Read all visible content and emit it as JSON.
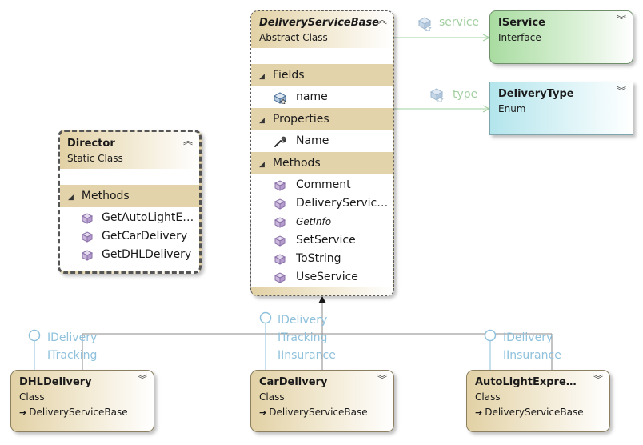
{
  "delivery_service_base": {
    "title": "DeliveryServiceBase",
    "kind": "Abstract Class",
    "fields_label": "Fields",
    "fields": [
      "name"
    ],
    "properties_label": "Properties",
    "properties": [
      "Name"
    ],
    "methods_label": "Methods",
    "methods": [
      "Comment",
      "DeliveryService…",
      "GetInfo",
      "SetService",
      "ToString",
      "UseService"
    ]
  },
  "iservice": {
    "title": "IService",
    "kind": "Interface"
  },
  "delivery_type": {
    "title": "DeliveryType",
    "kind": "Enum"
  },
  "relations": {
    "service_label": "service",
    "type_label": "type"
  },
  "director": {
    "title": "Director",
    "kind": "Static Class",
    "methods_label": "Methods",
    "methods": [
      "GetAutoLightEx…",
      "GetCarDelivery",
      "GetDHLDelivery"
    ]
  },
  "dhl_delivery": {
    "title": "DHLDelivery",
    "kind": "Class",
    "base": "DeliveryServiceBase",
    "interfaces": [
      "IDelivery",
      "ITracking"
    ]
  },
  "car_delivery": {
    "title": "CarDelivery",
    "kind": "Class",
    "base": "DeliveryServiceBase",
    "interfaces": [
      "IDelivery",
      "ITracking",
      "IInsurance"
    ]
  },
  "autolight_delivery": {
    "title": "AutoLightExpre…",
    "kind": "Class",
    "base": "DeliveryServiceBase",
    "interfaces": [
      "IDelivery",
      "IInsurance"
    ]
  },
  "colors": {
    "class_fill": "#e2d1a5",
    "section_fill": "#e3d3ab",
    "interface_fill": "#a9dca1",
    "enum_fill": "#b3e5ec",
    "lollipop": "#8fc1dc",
    "association": "#a2cfa0"
  }
}
